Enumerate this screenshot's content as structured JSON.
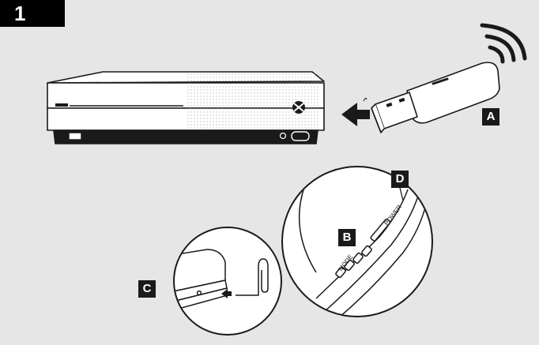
{
  "step": {
    "number": "1"
  },
  "labels": {
    "a": "A",
    "b": "B",
    "c": "C",
    "d": "D"
  },
  "controller_zoom": {
    "power_text": "POWER",
    "mode_text": "MODE"
  },
  "colors": {
    "background": "#e6e6e6",
    "ink": "#1a1a1a",
    "label_fill": "#1a1a1a",
    "label_text": "#ffffff"
  },
  "icons": {
    "console_logo": "xbox-logo-icon",
    "wireless": "wireless-signal-icon",
    "insert_arrow": "arrow-left-icon",
    "pin_arrow": "small-arrow-left-icon"
  }
}
